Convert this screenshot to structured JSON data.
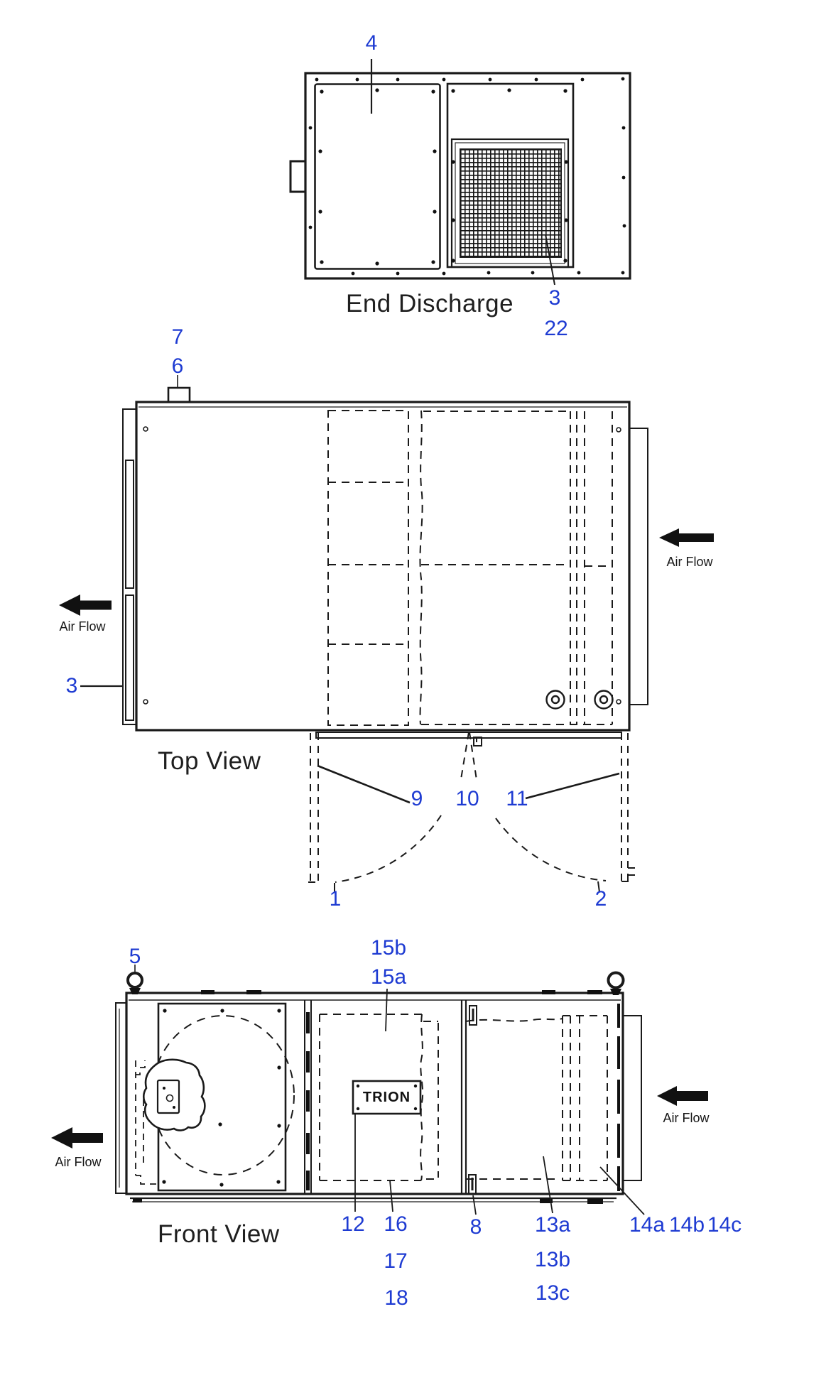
{
  "colors": {
    "callout_blue": "#1e3bd2",
    "line_black": "#1a1a1a"
  },
  "end_discharge_view": {
    "title": "End Discharge",
    "callouts": {
      "c4": "4",
      "c3": "3",
      "c22": "22"
    }
  },
  "top_view": {
    "title": "Top View",
    "air_flow_left": "Air Flow",
    "air_flow_right": "Air Flow",
    "callouts": {
      "c7": "7",
      "c6": "6",
      "c3": "3",
      "c9": "9",
      "c10": "10",
      "c11": "11",
      "c1": "1",
      "c2": "2"
    }
  },
  "front_view": {
    "title": "Front View",
    "brand": "TRION",
    "air_flow_left": "Air Flow",
    "air_flow_right": "Air Flow",
    "callouts": {
      "c5": "5",
      "c15b": "15b",
      "c15a": "15a",
      "c12": "12",
      "c16": "16",
      "c17": "17",
      "c18": "18",
      "c8": "8",
      "c13a": "13a",
      "c13b": "13b",
      "c13c": "13c",
      "c14a": "14a",
      "c14b": "14b",
      "c14c": "14c"
    }
  }
}
